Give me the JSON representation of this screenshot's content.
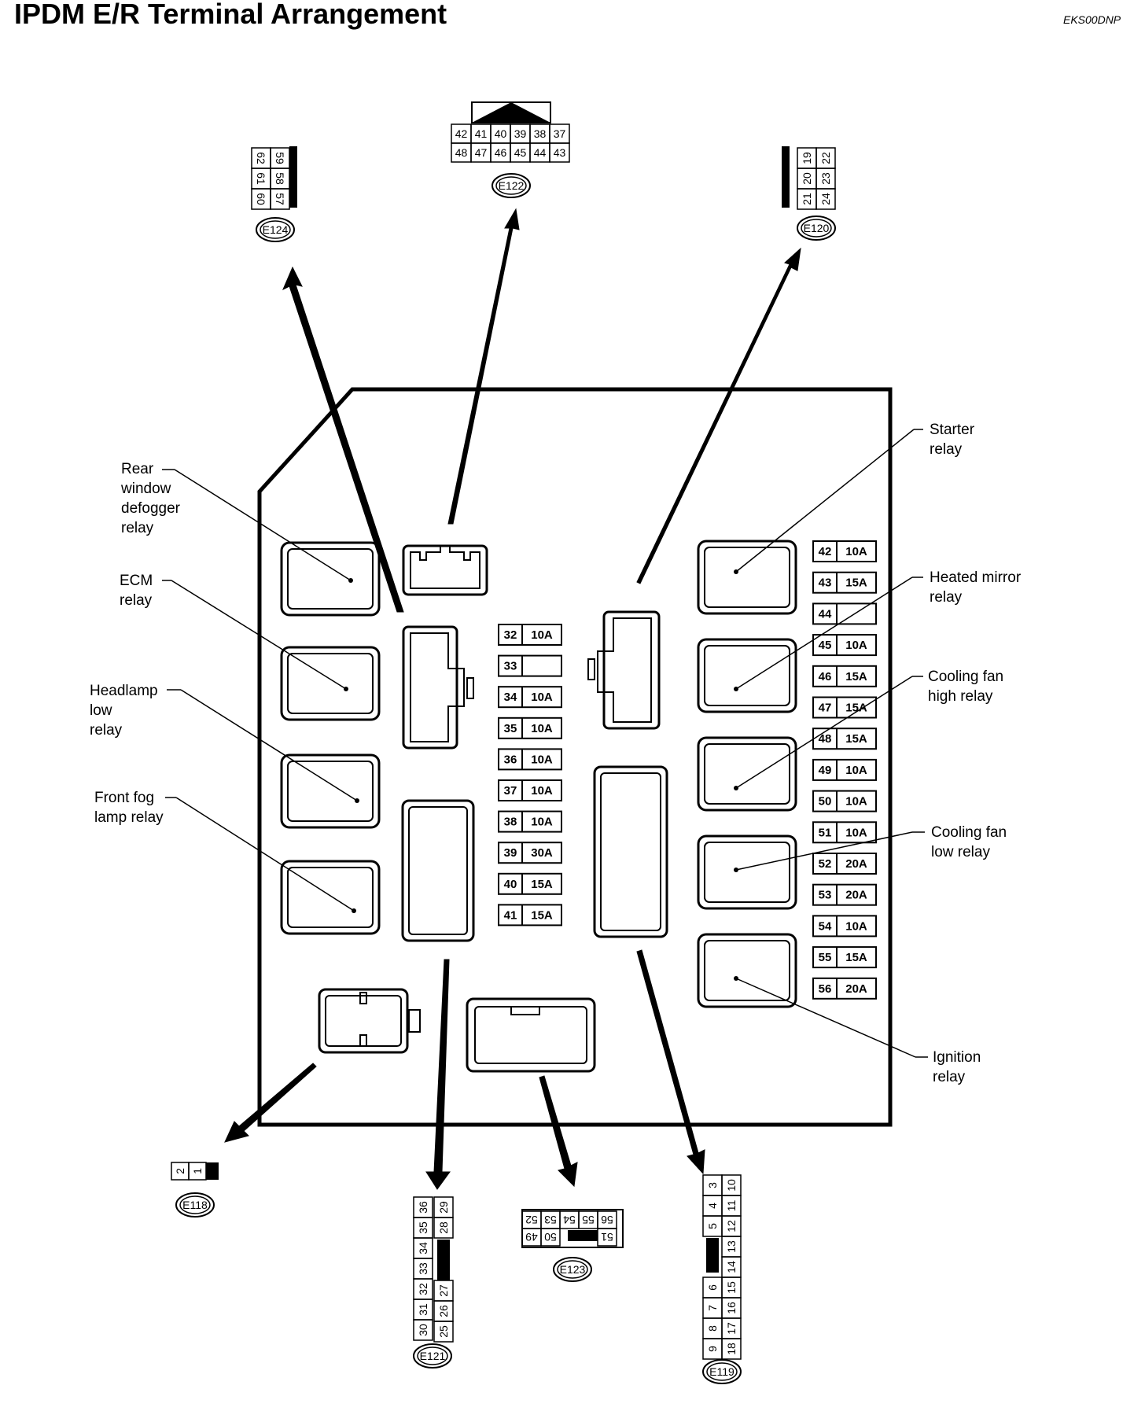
{
  "title": "IPDM E/R Terminal Arrangement",
  "code": "EKS00DNP",
  "relay_labels": [
    {
      "id": "rear-window-defogger-relay",
      "lines": [
        "Rear",
        "window",
        "defogger",
        "relay"
      ]
    },
    {
      "id": "ecm-relay",
      "lines": [
        "ECM",
        "relay"
      ]
    },
    {
      "id": "headlamp-low-relay",
      "lines": [
        "Headlamp",
        "low",
        "relay"
      ]
    },
    {
      "id": "front-fog-lamp-relay",
      "lines": [
        "Front fog",
        "lamp relay"
      ]
    },
    {
      "id": "starter-relay",
      "lines": [
        "Starter",
        "relay"
      ]
    },
    {
      "id": "heated-mirror-relay",
      "lines": [
        "Heated mirror",
        "relay"
      ]
    },
    {
      "id": "cooling-fan-high-relay",
      "lines": [
        "Cooling fan",
        "high relay"
      ]
    },
    {
      "id": "cooling-fan-low-relay",
      "lines": [
        "Cooling fan",
        "low relay"
      ]
    },
    {
      "id": "ignition-relay",
      "lines": [
        "Ignition",
        "relay"
      ]
    }
  ],
  "fuses_center": [
    {
      "num": "32",
      "amp": "10A"
    },
    {
      "num": "33",
      "amp": ""
    },
    {
      "num": "34",
      "amp": "10A"
    },
    {
      "num": "35",
      "amp": "10A"
    },
    {
      "num": "36",
      "amp": "10A"
    },
    {
      "num": "37",
      "amp": "10A"
    },
    {
      "num": "38",
      "amp": "10A"
    },
    {
      "num": "39",
      "amp": "30A"
    },
    {
      "num": "40",
      "amp": "15A"
    },
    {
      "num": "41",
      "amp": "15A"
    }
  ],
  "fuses_right": [
    {
      "num": "42",
      "amp": "10A"
    },
    {
      "num": "43",
      "amp": "15A"
    },
    {
      "num": "44",
      "amp": ""
    },
    {
      "num": "45",
      "amp": "10A"
    },
    {
      "num": "46",
      "amp": "15A"
    },
    {
      "num": "47",
      "amp": "15A"
    },
    {
      "num": "48",
      "amp": "15A"
    },
    {
      "num": "49",
      "amp": "10A"
    },
    {
      "num": "50",
      "amp": "10A"
    },
    {
      "num": "51",
      "amp": "10A"
    },
    {
      "num": "52",
      "amp": "20A"
    },
    {
      "num": "53",
      "amp": "20A"
    },
    {
      "num": "54",
      "amp": "10A"
    },
    {
      "num": "55",
      "amp": "15A"
    },
    {
      "num": "56",
      "amp": "20A"
    }
  ],
  "connectors": {
    "e122": {
      "label": "E122",
      "row1": [
        "42",
        "41",
        "40",
        "39",
        "38",
        "37"
      ],
      "row2": [
        "48",
        "47",
        "46",
        "45",
        "44",
        "43"
      ]
    },
    "e124": {
      "label": "E124",
      "col_left": [
        "62",
        "61",
        "60"
      ],
      "col_right": [
        "59",
        "58",
        "57"
      ]
    },
    "e120": {
      "label": "E120",
      "col_left": [
        "19",
        "20",
        "21"
      ],
      "col_right": [
        "22",
        "23",
        "24"
      ]
    },
    "e118": {
      "label": "E118",
      "pins": [
        "2",
        "1"
      ]
    },
    "e121": {
      "label": "E121",
      "col_left": [
        "36",
        "35",
        "34",
        "33",
        "32",
        "31",
        "30"
      ],
      "col_right": [
        "29",
        "28",
        "27",
        "26",
        "25"
      ]
    },
    "e123": {
      "label": "E123",
      "row1": [
        "52",
        "53",
        "54",
        "55",
        "56"
      ],
      "row2": [
        "49",
        "50",
        "51"
      ]
    },
    "e119": {
      "label": "E119",
      "col_left": [
        "3",
        "4",
        "5",
        "6",
        "7",
        "8",
        "9"
      ],
      "col_right": [
        "10",
        "11",
        "12",
        "13",
        "14",
        "15",
        "16",
        "17",
        "18"
      ]
    }
  }
}
